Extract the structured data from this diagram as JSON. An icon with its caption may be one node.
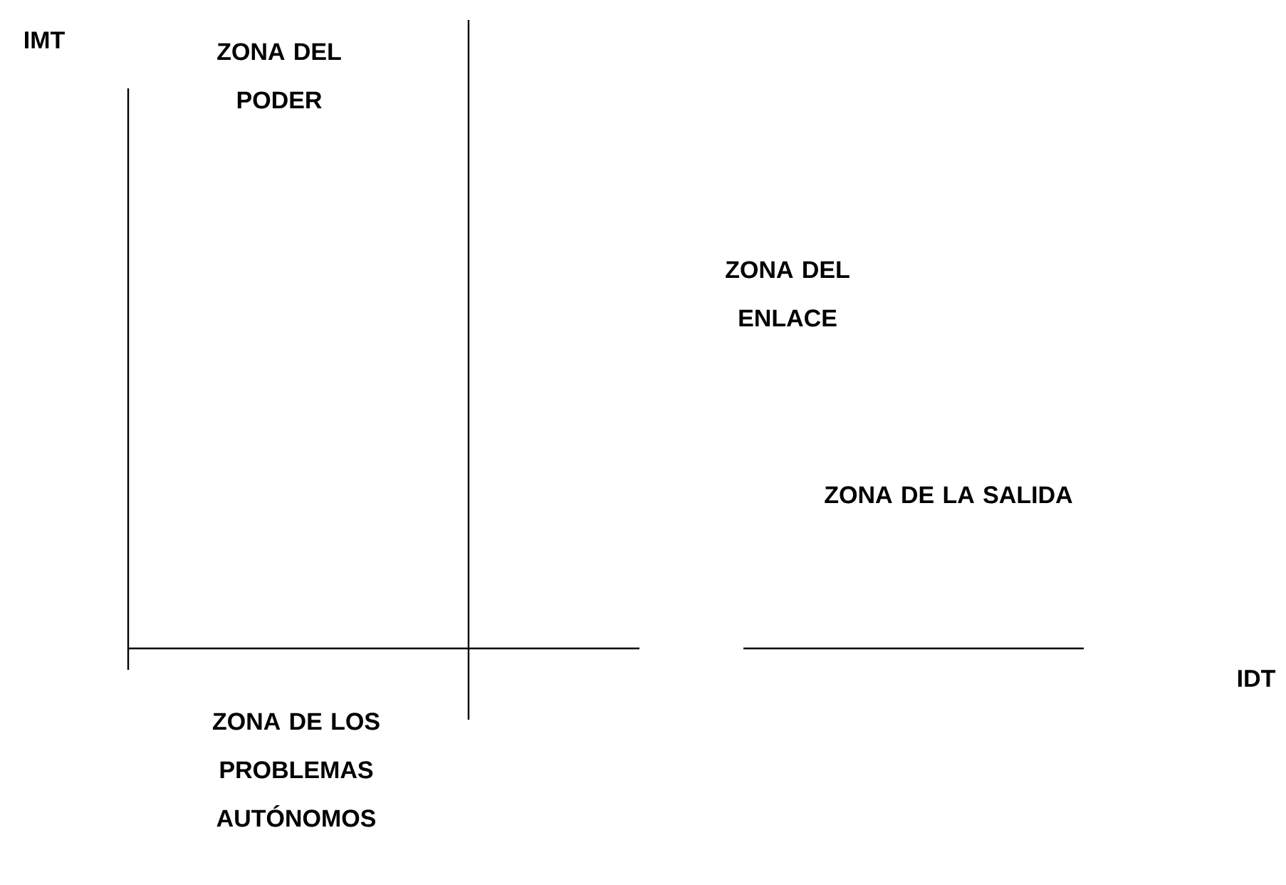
{
  "diagram": {
    "labels": [
      "IMT",
      "ZONA DEL PODER",
      "ZONA DEL ENLACE",
      "ZONA DE LA SALIDA",
      "IDT",
      "ZONA DE LOS PROBLEMAS AUTÓNOMOS"
    ]
  }
}
